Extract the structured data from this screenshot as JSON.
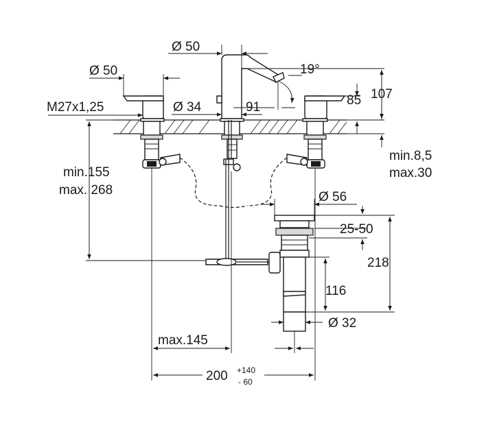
{
  "diagram": {
    "labels": {
      "spout_diameter": "Ø 50",
      "handle_diameter": "Ø 50",
      "thread": "M27x1,25",
      "hole_diameter": "Ø 34",
      "spout_reach": "91",
      "spout_angle": "19°",
      "handle_height": "85",
      "spout_height": "107",
      "deck_min": "min.8,5",
      "deck_max": "max.30",
      "hose_min": "min.155",
      "hose_max": "max. 268",
      "drain_diameter": "Ø 56",
      "drain_range": "25-50",
      "drain_height": "218",
      "trap_height": "116",
      "outlet_diameter": "Ø 32",
      "rod_max": "max.145",
      "spread": "200",
      "spread_plus": "+140",
      "spread_minus": "- 60"
    }
  }
}
